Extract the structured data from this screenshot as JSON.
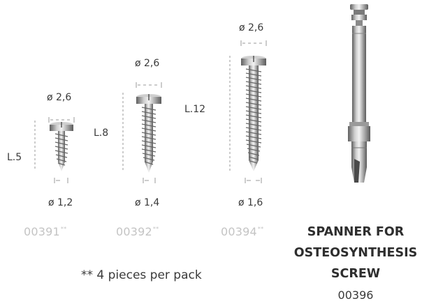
{
  "screws": [
    {
      "code": "00391",
      "code_suffix": "**",
      "head_diameter": "ø 2,6",
      "length": "L.5",
      "tip_diameter": "ø 1,2"
    },
    {
      "code": "00392",
      "code_suffix": "**",
      "head_diameter": "ø 2,6",
      "length": "L.8",
      "tip_diameter": "ø 1,4"
    },
    {
      "code": "00394",
      "code_suffix": "**",
      "head_diameter": "ø 2,6",
      "length": "L.12",
      "tip_diameter": "ø 1,6"
    }
  ],
  "pack_note": "** 4 pieces per pack",
  "spanner": {
    "title_lines": [
      "SPANNER FOR",
      "OSTEOSYNTHESIS",
      "SCREW"
    ],
    "code": "00396"
  },
  "colors": {
    "text": "#3a3a3a",
    "code_grey": "#c4c4c4",
    "dim_line": "#9a9a9a",
    "metal_light": "#d8d8d8",
    "metal_dark": "#6a6a6a"
  }
}
